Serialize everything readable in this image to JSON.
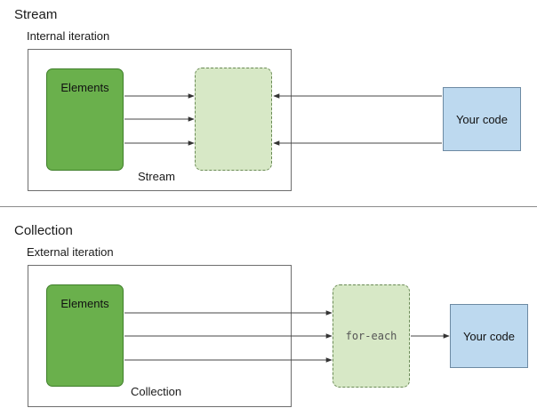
{
  "stream": {
    "title": "Stream",
    "subtitle": "Internal iteration",
    "elements_label": "Elements",
    "container_label": "Stream",
    "code_label": "Your code"
  },
  "collection": {
    "title": "Collection",
    "subtitle": "External iteration",
    "elements_label": "Elements",
    "container_label": "Collection",
    "iterator_label": "for-each",
    "code_label": "Your code"
  },
  "colors": {
    "elements_fill": "#6ab04c",
    "iterator_fill": "#d7e8c6",
    "code_fill": "#bdd9ef"
  }
}
